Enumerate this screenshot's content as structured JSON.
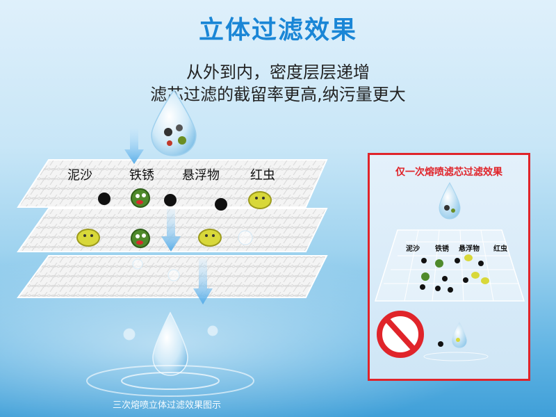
{
  "title": "立体过滤效果",
  "subtitle_line1": "从外到内，密度层层递增",
  "subtitle_line2": "滤芯过滤的截留率更高,纳污量更大",
  "impurities": [
    "泥沙",
    "铁锈",
    "悬浮物",
    "红虫"
  ],
  "caption": "三次熔喷立体过滤效果图示",
  "comparison_panel": {
    "title": "仅一次熔喷滤芯过滤效果",
    "impurities": [
      "泥沙",
      "铁锈",
      "悬浮物",
      "红虫"
    ],
    "prohibited_icon": "no-entry-icon"
  },
  "colors": {
    "title_blue": "#1a86d6",
    "panel_red": "#e0242a"
  }
}
